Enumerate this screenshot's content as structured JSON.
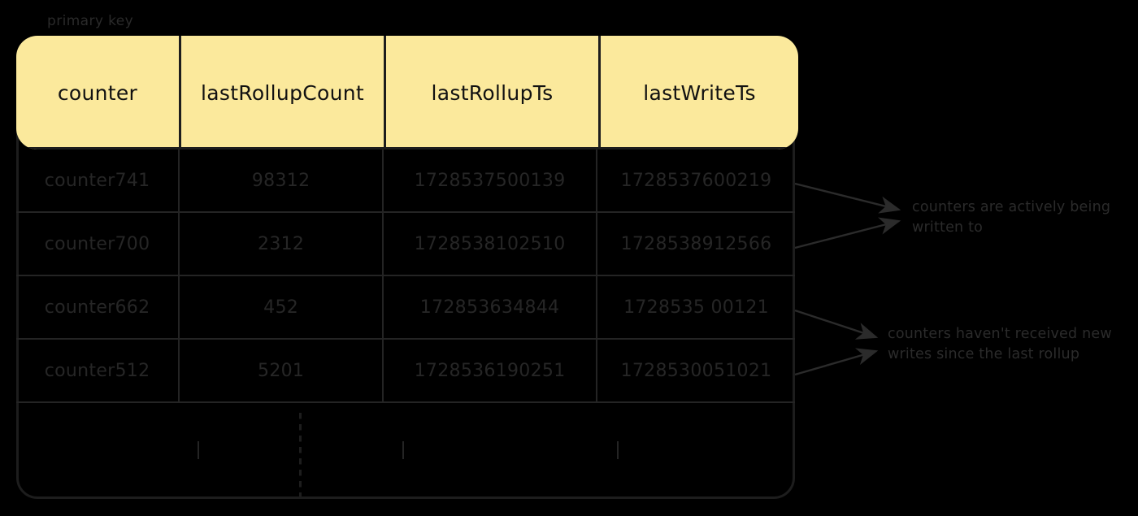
{
  "diagram": {
    "title_caption": "primary key",
    "accent_header_color": "#fbe99c",
    "background_color": "#000000",
    "ink_color": "#1d1d1d",
    "table": {
      "columns": [
        {
          "key": "counter",
          "label": "counter"
        },
        {
          "key": "lastRollupCount",
          "label": "lastRollupCount"
        },
        {
          "key": "lastRollupTs",
          "label": "lastRollupTs"
        },
        {
          "key": "lastWriteTs",
          "label": "lastWriteTs"
        }
      ],
      "rows": [
        {
          "counter": "counter741",
          "lastRollupCount": "98312",
          "lastRollupTs": "1728537500139",
          "lastWriteTs": "1728537600219"
        },
        {
          "counter": "counter700",
          "lastRollupCount": "2312",
          "lastRollupTs": "1728538102510",
          "lastWriteTs": "1728538912566"
        },
        {
          "counter": "counter662",
          "lastRollupCount": "452",
          "lastRollupTs": "172853634844",
          "lastWriteTs": "1728535 00121"
        },
        {
          "counter": "counter512",
          "lastRollupCount": "5201",
          "lastRollupTs": "1728536190251",
          "lastWriteTs": "1728530051021"
        }
      ],
      "continuation_indicator": "vertical-dashed-ellipsis"
    },
    "annotations": [
      {
        "id": "active-writes",
        "text": "counters are actively being written to",
        "targets_rows": [
          0,
          1
        ]
      },
      {
        "id": "stale-counters",
        "text": "counters haven't received new writes since the last rollup",
        "targets_rows": [
          2,
          3
        ]
      }
    ]
  }
}
